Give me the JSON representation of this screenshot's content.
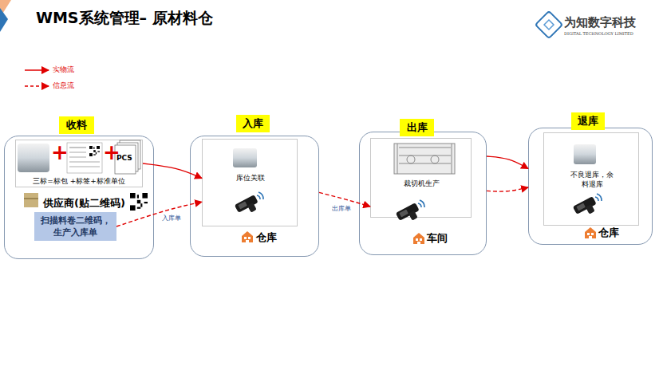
{
  "diagram": {
    "title": "WMS系统管理– 原材料仓",
    "nodes": [
      {
        "text": [
          "收料",
          "供应商(贴二维码)"
        ]
      },
      {
        "text": [
          "三标=标包 +标签+标准单位"
        ],
        "in": 0
      },
      {
        "text": [
          "扫描料卷二维码，生产入库单"
        ],
        "in": 0
      },
      {
        "text": [
          "入库",
          "仓库"
        ]
      },
      {
        "text": [
          "库位关联"
        ],
        "in": 3
      },
      {
        "text": [
          "出库",
          "车间"
        ]
      },
      {
        "text": [
          "裁切机生产"
        ],
        "in": 5
      },
      {
        "text": [
          "退库",
          "仓库"
        ]
      },
      {
        "text": [
          "不良退库，余料退库"
        ],
        "in": 7
      }
    ],
    "edges": [
      {
        "from": 1,
        "to": 4,
        "arrow": "to"
      },
      {
        "from": 2,
        "to": 4,
        "label": "入库单",
        "arrow": "to"
      },
      {
        "from": 3,
        "to": 6,
        "label": "出库单",
        "arrow": "to"
      },
      {
        "from": 5,
        "to": 7,
        "arrow": "to"
      },
      {
        "from": 5,
        "to": 7,
        "arrow": "to"
      }
    ],
    "labels": [
      "+",
      "+",
      "PCS",
      "为知数字科技",
      "DIGITAL TECHNOLOGY LIMITED"
    ],
    "legend": [
      {
        "text": "实物流"
      },
      {
        "text": "信息流"
      }
    ]
  }
}
